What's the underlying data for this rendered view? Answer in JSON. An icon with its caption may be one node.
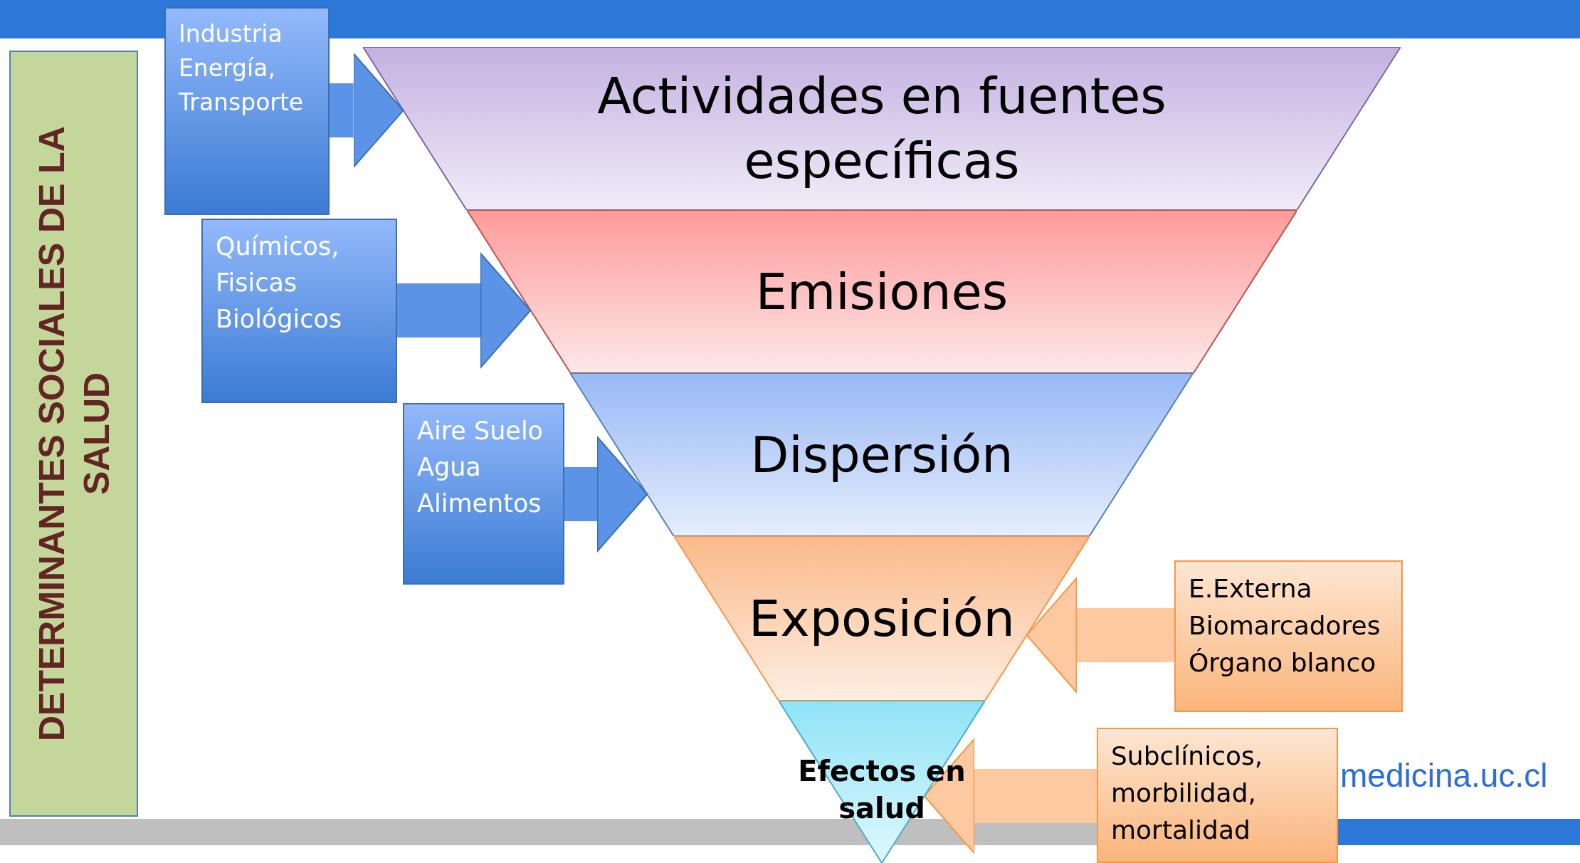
{
  "diagram": {
    "nodes": [
      {
        "text": [
          "DETERMINANTES SOCIALES DE LA SALUD"
        ]
      },
      {
        "text": [
          "Actividades en fuentes específicas"
        ]
      },
      {
        "text": [
          "Emisiones"
        ]
      },
      {
        "text": [
          "Dispersión"
        ]
      },
      {
        "text": [
          "Exposición"
        ]
      },
      {
        "text": [
          "Efectos en salud"
        ]
      },
      {
        "text": [
          "Industria Energía, Transporte"
        ]
      },
      {
        "text": [
          "Químicos, Fisicas Biológicos"
        ]
      },
      {
        "text": [
          "Aire Suelo Agua Alimentos"
        ]
      },
      {
        "text": [
          "E.Externa Biomarcadores Órgano blanco"
        ]
      },
      {
        "text": [
          "Subclínicos, morbilidad, mortalidad"
        ]
      }
    ],
    "edges": [
      {
        "from": 6,
        "to": 1,
        "arrow": "to"
      },
      {
        "from": 7,
        "to": 2,
        "arrow": "to"
      },
      {
        "from": 8,
        "to": 3,
        "arrow": "to"
      },
      {
        "from": 9,
        "to": 4,
        "arrow": "to",
        "color": "#fcc9a0"
      },
      {
        "from": 10,
        "to": 5,
        "arrow": "to",
        "color": "#fcc9a0"
      }
    ],
    "labels": [
      "medicina.uc.cl"
    ]
  }
}
